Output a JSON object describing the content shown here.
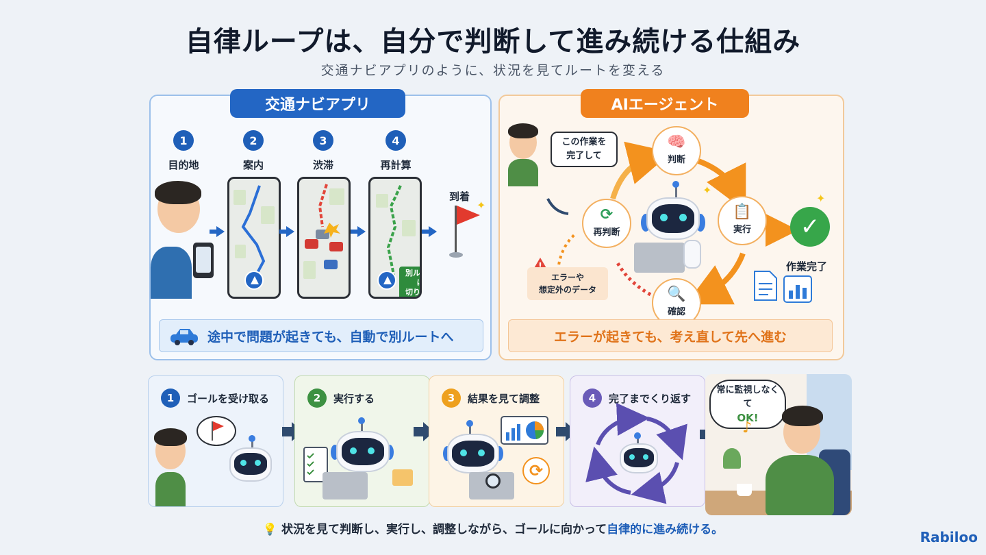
{
  "header": {
    "title": "自律ループは、自分で判断して進み続ける仕組み",
    "subtitle": "交通ナビアプリのように、状況を見てルートを変える"
  },
  "nav_panel": {
    "heading": "交通ナビアプリ",
    "steps": [
      {
        "num": "1",
        "label": "目的地"
      },
      {
        "num": "2",
        "label": "案内"
      },
      {
        "num": "3",
        "label": "渋滞"
      },
      {
        "num": "4",
        "label": "再計算"
      }
    ],
    "arrival_label": "到着",
    "reroute_bubble_line1": "別ルートに",
    "reroute_bubble_line2": "切り替え",
    "summary": "途中で問題が起きても、自動で別ルートへ"
  },
  "agent_panel": {
    "heading": "AIエージェント",
    "request_line1": "この作業を",
    "request_line2": "完了して",
    "nodes": {
      "judge": "判断",
      "execute": "実行",
      "confirm": "確認",
      "rejudge": "再判断"
    },
    "done_label": "作業完了",
    "error_line1": "エラーや",
    "error_line2": "想定外のデータ",
    "summary": "エラーが起きても、考え直して先へ進む"
  },
  "process": {
    "cards": [
      {
        "num": "1",
        "label": "ゴールを受け取る",
        "color": "#1f5fb8"
      },
      {
        "num": "2",
        "label": "実行する",
        "color": "#3d9142"
      },
      {
        "num": "3",
        "label": "結果を見て調整",
        "color": "#eea01e"
      },
      {
        "num": "4",
        "label": "完了までくり返す",
        "color": "#6a5bb8"
      }
    ],
    "relax_line1": "常に監視しなくて",
    "relax_line2": "OK!"
  },
  "footer": {
    "text_main": "状況を見て判断し、実行し、調整しながら、ゴールに向かって",
    "text_highlight": "自律的に進み続ける。"
  },
  "brand": "Rabiloo",
  "icons": [
    "lightbulb-icon",
    "car-icon",
    "brain-icon",
    "checklist-icon",
    "refresh-icon",
    "search-icon",
    "warning-icon",
    "check-icon",
    "flag-icon",
    "document-icon",
    "bar-chart-icon",
    "pie-chart-icon",
    "folder-icon",
    "music-note-icon",
    "sparkle-icon"
  ]
}
